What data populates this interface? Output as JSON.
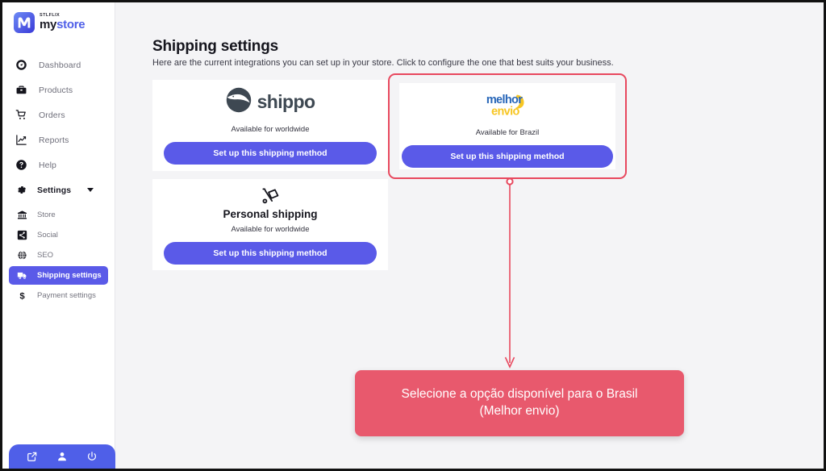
{
  "brand": {
    "superscript": "STLFLIX",
    "name_part1": "my",
    "name_part2": "store",
    "accent_color": "#4f5fe8"
  },
  "sidebar": {
    "items": [
      {
        "label": "Dashboard",
        "icon": "speedometer-icon"
      },
      {
        "label": "Products",
        "icon": "briefcase-icon"
      },
      {
        "label": "Orders",
        "icon": "shopping-cart-icon"
      },
      {
        "label": "Reports",
        "icon": "chart-line-icon"
      },
      {
        "label": "Help",
        "icon": "question-circle-icon"
      },
      {
        "label": "Settings",
        "icon": "gear-icon",
        "expanded": true
      }
    ],
    "subitems": [
      {
        "label": "Store",
        "icon": "bank-icon",
        "active": false
      },
      {
        "label": "Social",
        "icon": "share-icon",
        "active": false
      },
      {
        "label": "SEO",
        "icon": "globe-icon",
        "active": false
      },
      {
        "label": "Shipping settings",
        "icon": "truck-icon",
        "active": true
      },
      {
        "label": "Payment settings",
        "icon": "dollar-icon",
        "active": false
      }
    ],
    "bottom_actions": [
      {
        "icon": "external-link-icon"
      },
      {
        "icon": "user-icon"
      },
      {
        "icon": "power-icon"
      }
    ],
    "active_color": "#5a5ae8"
  },
  "main": {
    "title": "Shipping settings",
    "subtitle": "Here are the current integrations you can set up in your store. Click to configure the one that best suits your business.",
    "cards": [
      {
        "id": "shippo",
        "logo_type": "shippo-logo",
        "logo_text": "shippo",
        "availability": "Available for worldwide",
        "button_label": "Set up this shipping method",
        "highlighted": false
      },
      {
        "id": "melhor-envio",
        "logo_type": "melhor-envio-logo",
        "logo_text_1": "melhor",
        "logo_text_2": "envio",
        "availability": "Available for Brazil",
        "button_label": "Set up this shipping method",
        "highlighted": true
      },
      {
        "id": "personal-shipping",
        "logo_type": "dolly-icon",
        "name": "Personal shipping",
        "availability": "Available for worldwide",
        "button_label": "Set up this shipping method",
        "highlighted": false
      }
    ]
  },
  "annotation": {
    "callout_text": "Selecione a opção disponível para o Brasil\n(Melhor envio)",
    "highlight_color": "#e8485e",
    "callout_bg": "#e8596d"
  }
}
